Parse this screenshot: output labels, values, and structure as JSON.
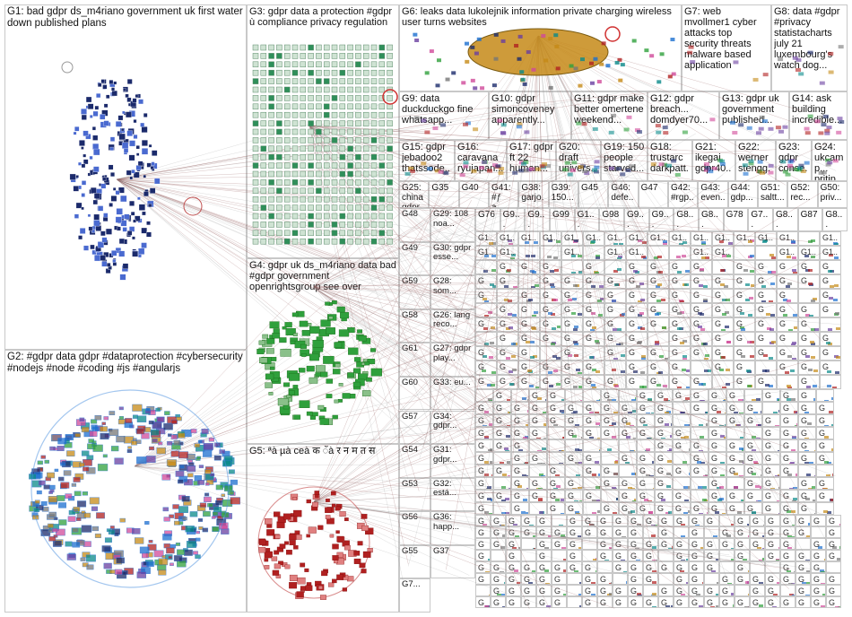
{
  "groups": [
    {
      "id": "G1",
      "label": "G1: bad gdpr ds_m4riano government uk first water down published plans",
      "color": "#1b2a6b"
    },
    {
      "id": "G2",
      "label": "G2: #gdpr data gdpr #dataprotection #cybersecurity #nodejs #node #coding #js #angularjs",
      "color": "#1b6fd0"
    },
    {
      "id": "G3",
      "label": "G3: gdpr data a protection #gdpr ù compliance privacy regulation",
      "color": "#2f8f5a"
    },
    {
      "id": "G4",
      "label": "G4: gdpr uk ds_m4riano data bad #gdpr government openrightsgroup see over",
      "color": "#2fa03c"
    },
    {
      "id": "G5",
      "label": "G5: ªà µà ceà क ँà र न म त स",
      "color": "#b02020"
    },
    {
      "id": "G6",
      "label": "G6: leaks data lukolejnik information private charging wireless user turns websites",
      "color": "#7a5a10"
    },
    {
      "id": "G7",
      "label": "G7: web mvollmer1 cyber attacks top security threats malware based application",
      "color": "#444444"
    },
    {
      "id": "G8",
      "label": "G8: data #gdpr #privacy statistacharts july 21 luxembourg's watch dog...",
      "color": "#444444"
    },
    {
      "id": "G9",
      "label": "G9: data duckduckgo fine whatsapp...",
      "color": "#444444"
    },
    {
      "id": "G10",
      "label": "G10: gdpr simoncoveney apparently...",
      "color": "#444444"
    },
    {
      "id": "G11",
      "label": "G11: gdpr make better omertene weekend...",
      "color": "#444444"
    },
    {
      "id": "G12",
      "label": "G12: gdpr breach... domdyer70...",
      "color": "#444444"
    },
    {
      "id": "G13",
      "label": "G13: gdpr uk government published...",
      "color": "#444444"
    },
    {
      "id": "G14",
      "label": "G14: ask building incredible...",
      "color": "#444444"
    },
    {
      "id": "G15",
      "label": "G15: gdpr jebadoo2 thatssode...",
      "color": "#444444"
    },
    {
      "id": "G16",
      "label": "G16: caravana ryujapan...",
      "color": "#444444"
    },
    {
      "id": "G17",
      "label": "G17: gdpr ft 22 human...",
      "color": "#444444"
    },
    {
      "id": "G20",
      "label": "G20: draft univers...",
      "color": "#444444"
    },
    {
      "id": "G19",
      "label": "G19: 150 people starved...",
      "color": "#444444"
    },
    {
      "id": "G18",
      "label": "G18: trustarc darkpatt...",
      "color": "#444444"
    },
    {
      "id": "G21",
      "label": "G21: ikegai gdpr40...",
      "color": "#444444"
    },
    {
      "id": "G22",
      "label": "G22: werner stengg...",
      "color": "#444444"
    },
    {
      "id": "G23",
      "label": "G23: gdpr conse...",
      "color": "#444444"
    },
    {
      "id": "G24",
      "label": "G24: ukcamp... pritip...",
      "color": "#444444"
    }
  ],
  "row_a": [
    "G25: china gdpr...",
    "G35",
    "G40",
    "G41: #ƒ a...",
    "G38: garjo...",
    "G39: 150...",
    "G45",
    "G46: defe...",
    "G47",
    "G42: #rgp...",
    "G43: even...",
    "G44: gdp...",
    "G51: saltt...",
    "G52: rec...",
    "G50: priv..."
  ],
  "left_col": [
    "G48",
    "G29: 108 noa...",
    "G49",
    "G30: gdpr esse...",
    "G59",
    "G28: som...",
    "G58",
    "G26: lang reco...",
    "G61",
    "G27: gdpr play...",
    "G60",
    "G33: eu...",
    "G57",
    "G34: gdpr...",
    "G54",
    "G31: gdpr...",
    "G53",
    "G32: está...",
    "G56",
    "G36: happ...",
    "G55",
    "G37",
    "G7..."
  ],
  "row_b": [
    "G76",
    "G9...",
    "G9...",
    "G99",
    "G1...",
    "G98",
    "G9...",
    "G9...",
    "G8...",
    "G8...",
    "G78",
    "G7...",
    "G8...",
    "G87",
    "G8..."
  ]
}
